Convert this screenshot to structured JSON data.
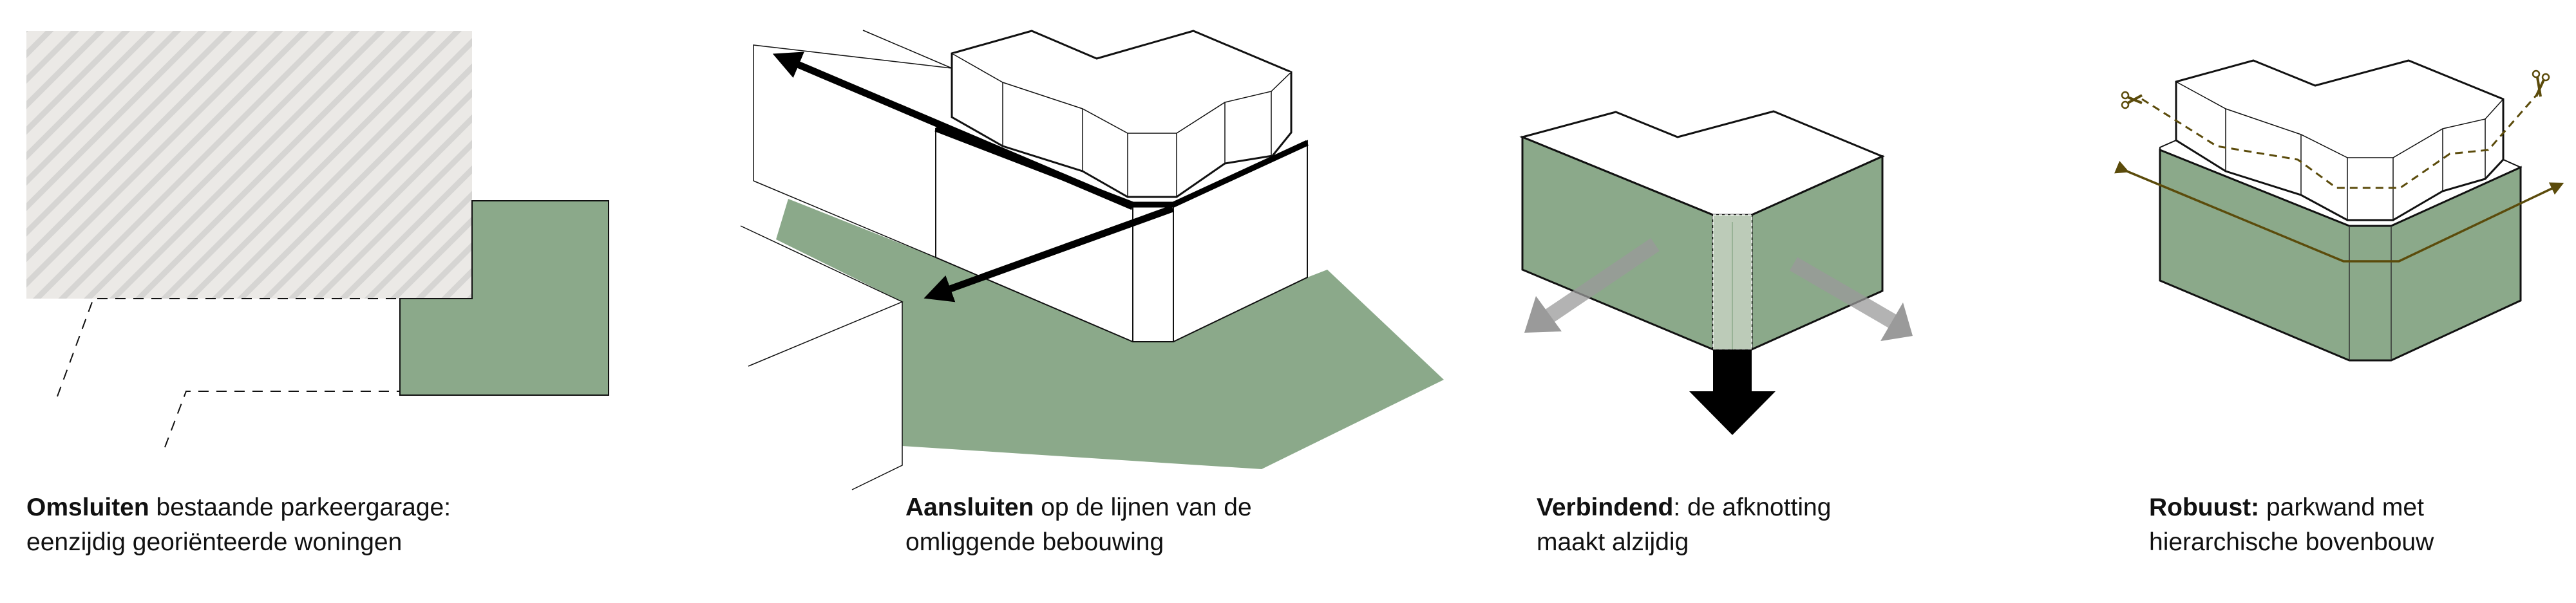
{
  "colors": {
    "green": "#8ba98a",
    "light_green": "#bccbb8",
    "hatch_bg": "#ebe9e6",
    "hatch_stripe": "#d6d5d3",
    "arrow_gray": "#9a9a9a",
    "olive": "#5b4b0b"
  },
  "panels": [
    {
      "bold": "Omsluiten",
      "line1": " bestaande parkeergarage:",
      "line2": "eenzijdig georiënteerde woningen"
    },
    {
      "bold": "Aansluiten",
      "line1": " op de lijnen van de",
      "line2": "omliggende bebouwing"
    },
    {
      "bold": "Verbindend",
      "line1": ": de afknotting",
      "line2": "maakt alzijdig"
    },
    {
      "bold": "Robuust:",
      "line1": " parkwand met",
      "line2": "hierarchische bovenbouw"
    }
  ]
}
